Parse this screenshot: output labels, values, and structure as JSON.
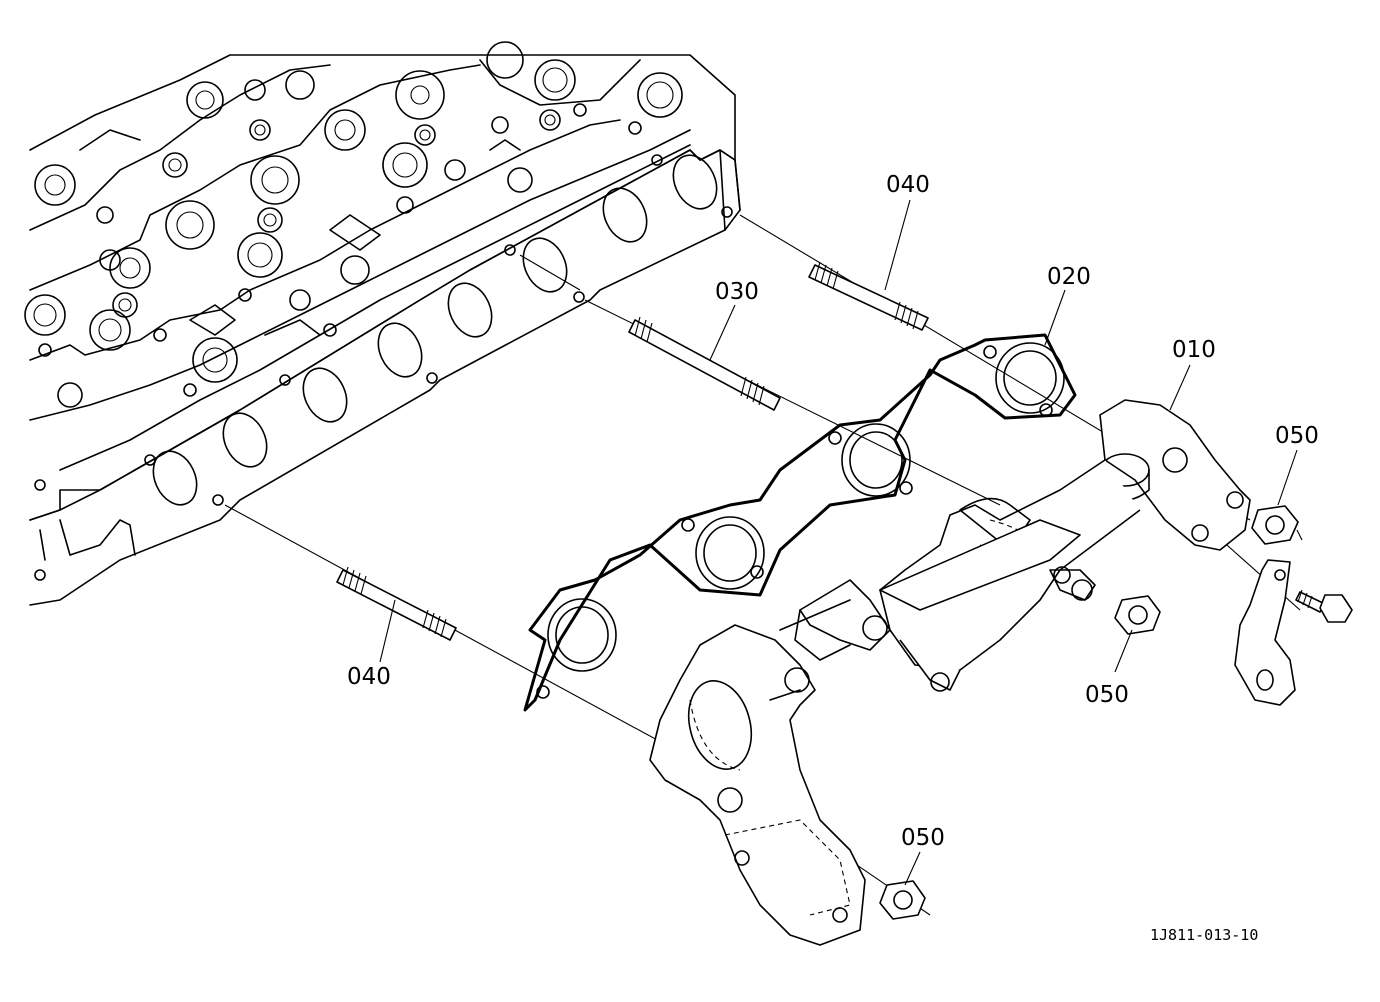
{
  "diagram": {
    "callouts": {
      "p010": "010",
      "p020": "020",
      "p030": "030",
      "p040_top": "040",
      "p040_bottom": "040",
      "p050_right": "050",
      "p050_middle": "050",
      "p050_bottom": "050"
    },
    "figure_code": "1J811-013-10"
  }
}
